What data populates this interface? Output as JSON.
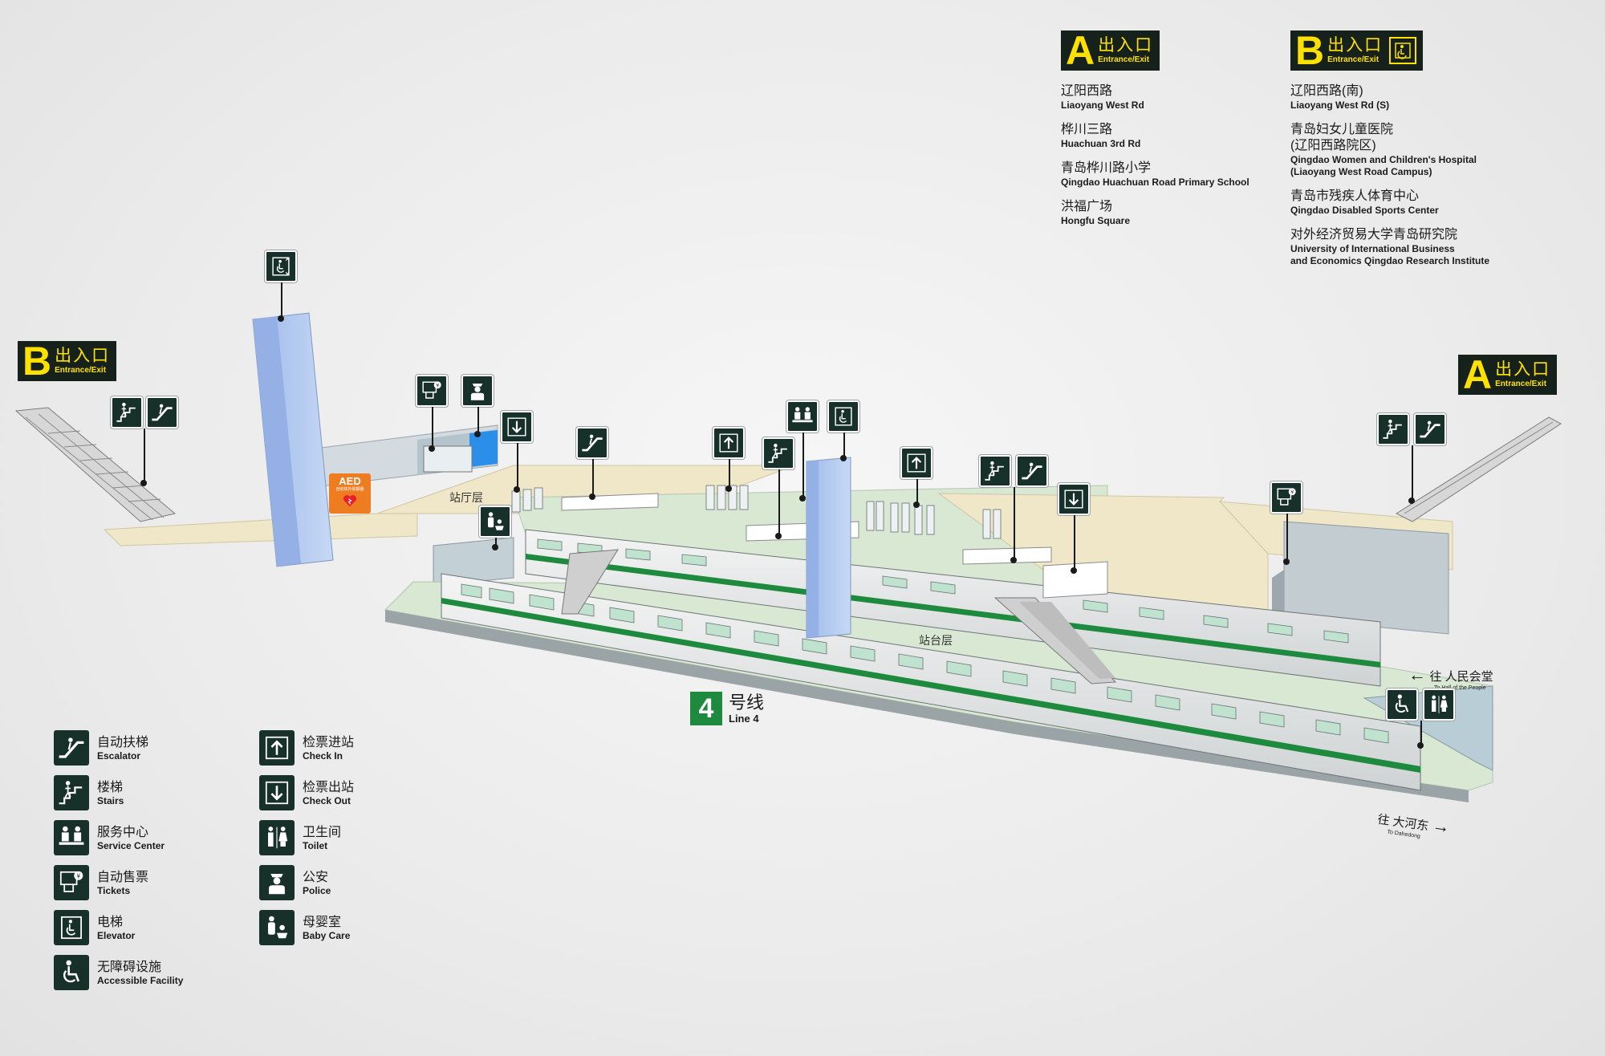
{
  "exits": {
    "a_top": {
      "letter": "A",
      "label_zh": "出入口",
      "label_en": "Entrance/Exit"
    },
    "b_top": {
      "letter": "B",
      "label_zh": "出入口",
      "label_en": "Entrance/Exit",
      "extra_icon": "elevator-icon"
    },
    "b_left": {
      "letter": "B",
      "label_zh": "出入口",
      "label_en": "Entrance/Exit"
    },
    "a_right": {
      "letter": "A",
      "label_zh": "出入口",
      "label_en": "Entrance/Exit"
    }
  },
  "destinations_a": [
    {
      "zh": "辽阳西路",
      "en": "Liaoyang West Rd"
    },
    {
      "zh": "桦川三路",
      "en": "Huachuan 3rd Rd"
    },
    {
      "zh": "青岛桦川路小学",
      "en": "Qingdao Huachuan Road Primary School"
    },
    {
      "zh": "洪福广场",
      "en": "Hongfu Square"
    }
  ],
  "destinations_b": [
    {
      "zh": "辽阳西路(南)",
      "en": "Liaoyang West Rd (S)"
    },
    {
      "zh": "青岛妇女儿童医院\n(辽阳西路院区)",
      "en": "Qingdao Women and Children's Hospital\n(Liaoyang West Road Campus)"
    },
    {
      "zh": "青岛市残疾人体育中心",
      "en": "Qingdao Disabled Sports Center"
    },
    {
      "zh": "对外经济贸易大学青岛研究院",
      "en": "University of International Business\nand Economics Qingdao Research Institute"
    }
  ],
  "levels": {
    "concourse": "站厅层",
    "platform": "站台层"
  },
  "aed": {
    "title": "AED",
    "sub": "自动体外除颤器"
  },
  "line": {
    "number": "4",
    "zh": "号线",
    "en": "Line 4",
    "color": "#1e8a3e"
  },
  "directions": {
    "north": {
      "zh": "往 人民会堂",
      "en": "To Hall of the People"
    },
    "south": {
      "zh": "往 大河东",
      "en": "To Dahedong"
    }
  },
  "legend": [
    {
      "icon": "escalator-icon",
      "zh": "自动扶梯",
      "en": "Escalator"
    },
    {
      "icon": "stairs-icon",
      "zh": "楼梯",
      "en": "Stairs"
    },
    {
      "icon": "service-center-icon",
      "zh": "服务中心",
      "en": "Service Center"
    },
    {
      "icon": "ticket-machine-icon",
      "zh": "自动售票",
      "en": "Tickets"
    },
    {
      "icon": "elevator-icon",
      "zh": "电梯",
      "en": "Elevator"
    },
    {
      "icon": "accessible-icon",
      "zh": "无障碍设施",
      "en": "Accessible Facility"
    },
    {
      "icon": "check-in-icon",
      "zh": "检票进站",
      "en": "Check In"
    },
    {
      "icon": "check-out-icon",
      "zh": "检票出站",
      "en": "Check Out"
    },
    {
      "icon": "toilet-icon",
      "zh": "卫生间",
      "en": "Toilet"
    },
    {
      "icon": "police-icon",
      "zh": "公安",
      "en": "Police"
    },
    {
      "icon": "baby-care-icon",
      "zh": "母婴室",
      "en": "Baby Care"
    }
  ],
  "colors": {
    "sign_bg": "#17302a",
    "exit_bg": "#16211c",
    "exit_fg": "#ffe100",
    "concourse": "#d9e8d4",
    "beige": "#efe7c8",
    "elevator_shaft": "#a9c4ee",
    "train_stripe": "#1e8a3e",
    "aed": "#ee7d22"
  }
}
